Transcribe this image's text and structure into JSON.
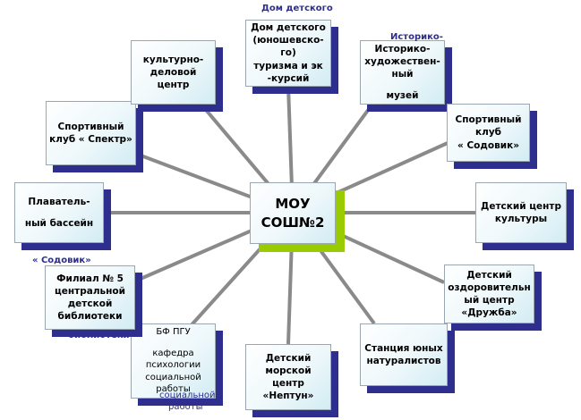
{
  "center": {
    "lines": [
      "МОУ",
      "СОШ№2"
    ]
  },
  "nodes": {
    "tourism": {
      "lines": [
        "Дом детского",
        "(юношевско-",
        "го)",
        "",
        "туризма и эк",
        "-курсий"
      ]
    },
    "museum": {
      "lines": [
        "Историко-",
        "художествен-",
        "ный",
        "",
        "музей"
      ]
    },
    "sodovik_club": {
      "lines": [
        "Спортивный",
        "клуб",
        "« Содовик»"
      ]
    },
    "culture": {
      "lines": [
        "Детский центр",
        "культуры"
      ]
    },
    "druzhba": {
      "lines": [
        "Детский",
        "оздоровительн",
        "ый центр",
        "«Дружба»"
      ]
    },
    "naturalists": {
      "lines": [
        "Станция юных",
        "натуралистов"
      ]
    },
    "neptun": {
      "lines": [
        "Детский",
        "морской центр",
        "«Нептун»"
      ]
    },
    "bfpgu": {
      "lines": [
        "БФ ПГУ",
        "",
        "кафедра",
        "психологии",
        "социальной",
        "работы"
      ]
    },
    "library": {
      "lines": [
        "Филиал № 5",
        "центральной",
        "детской",
        "библиотеки"
      ]
    },
    "pool": {
      "lines": [
        "Плаватель-",
        "",
        "ный бассейн"
      ]
    },
    "spektr": {
      "lines": [
        "Спортивный",
        "клуб « Спектр»"
      ]
    },
    "business": {
      "lines": [
        "культурно-",
        "деловой центр"
      ]
    }
  },
  "overlays": {
    "tourism": "Дом детского",
    "museum": "Историко-",
    "pool": "« Содовик»",
    "library": "библиотеки",
    "bfpgu_1": "социальной",
    "bfpgu_2": "работы"
  },
  "colors": {
    "shadow": "#2e2e8e",
    "center_shadow": "#99cc00",
    "connector": "#8a8a8a"
  }
}
